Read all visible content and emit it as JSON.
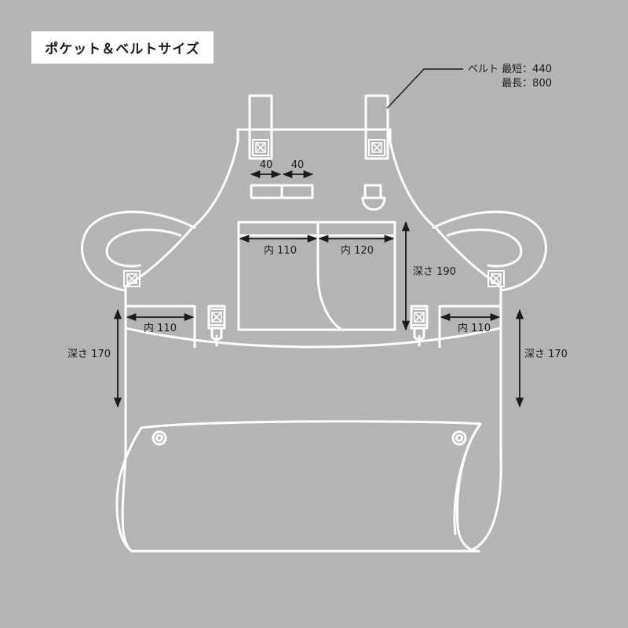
{
  "title": "ポケット＆ベルトサイズ",
  "belt_note": {
    "line1": "ベルト 最短：440",
    "line2": "最長：800"
  },
  "measurements": {
    "pen_pocket_left": "40",
    "pen_pocket_right": "40",
    "chest_pocket_left_width": "内 110",
    "chest_pocket_right_width": "内 120",
    "chest_pocket_depth": "深さ 190",
    "side_pocket_left_width": "内 110",
    "side_pocket_right_width": "内 110",
    "side_pocket_left_depth": "深さ 170",
    "side_pocket_right_depth": "深さ 170"
  },
  "colors": {
    "background": "#b4b4b4",
    "outline": "#ffffff",
    "dimension": "#1a1a1a"
  }
}
